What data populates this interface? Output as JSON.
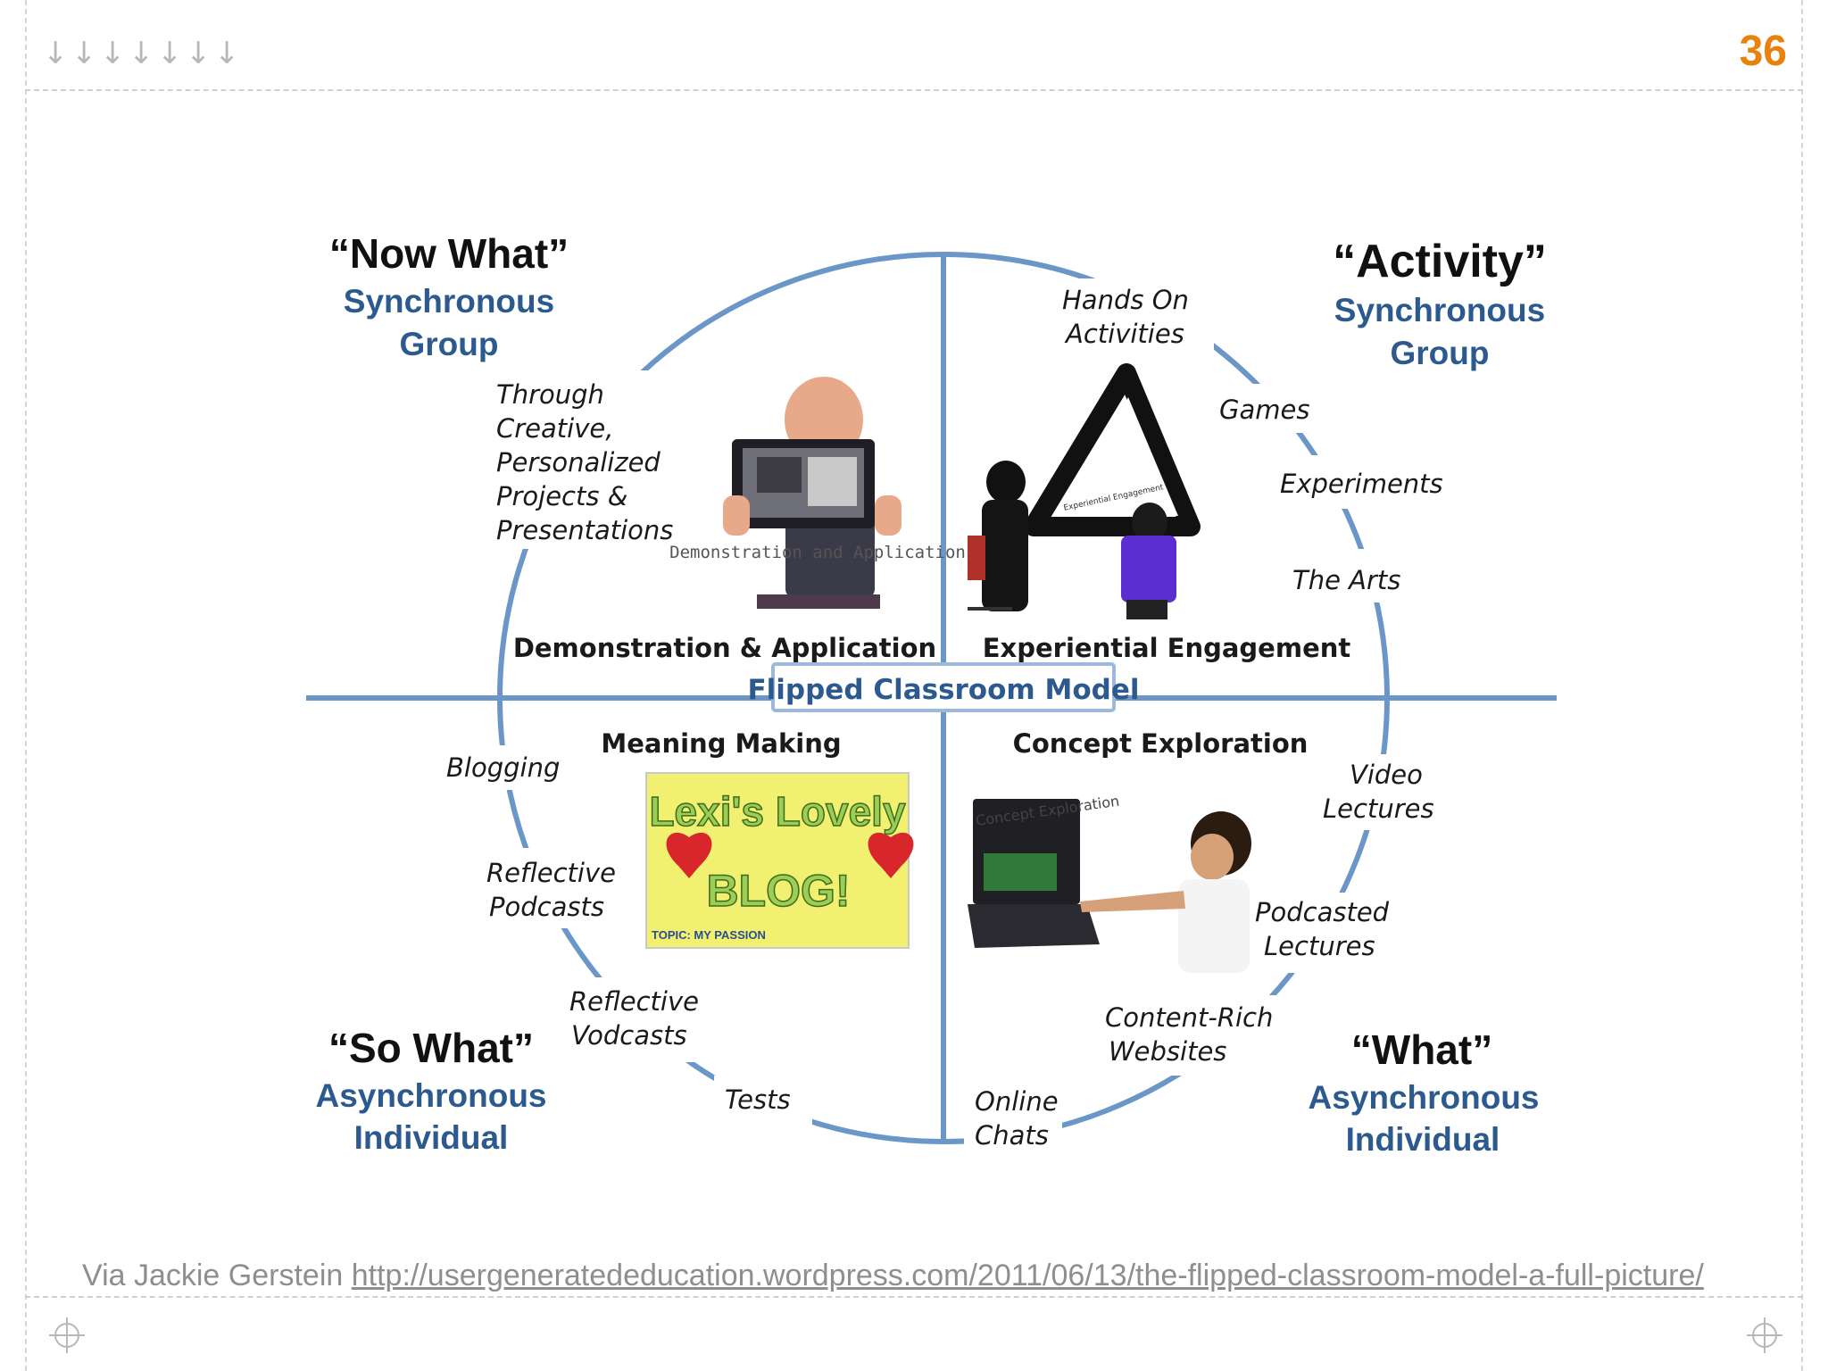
{
  "page_number": "36",
  "nav": {
    "arrow_glyph": "↓",
    "arrow_count": 7
  },
  "diagram": {
    "center_label": "Flipped Classroom Model",
    "quadrants": {
      "top_left": {
        "heading": "“Now What”",
        "sub1": "Synchronous",
        "sub2": "Group",
        "section": "Demonstration & Application",
        "photo_caption": "Demonstration and Application",
        "notes": [
          "Through",
          "Creative,",
          "Personalized",
          "Projects &",
          "Presentations"
        ]
      },
      "top_right": {
        "heading": "“Activity”",
        "sub1": "Synchronous",
        "sub2": "Group",
        "section": "Experiential Engagement",
        "items": [
          "Hands On",
          "Activities",
          "Games",
          "Experiments",
          "The Arts"
        ],
        "photo_caption": "Experiential Engagement"
      },
      "bottom_left": {
        "heading": "“So What”",
        "sub1": "Asynchronous",
        "sub2": "Individual",
        "section": "Meaning Making",
        "items": [
          "Blogging",
          "Reflective",
          "Podcasts",
          "Reflective",
          "Vodcasts",
          "Tests"
        ],
        "blog_title": "Lexi's Lovely",
        "blog_word": "BLOG!",
        "blog_footer": "TOPIC: MY PASSION"
      },
      "bottom_right": {
        "heading": "“What”",
        "sub1": "Asynchronous",
        "sub2": "Individual",
        "section": "Concept Exploration",
        "items": [
          "Video",
          "Lectures",
          "Podcasted",
          "Lectures",
          "Content-Rich",
          "Websites",
          "Online",
          "Chats"
        ],
        "photo_caption": "Concept Exploration"
      }
    }
  },
  "colors": {
    "accent_orange": "#e8820c",
    "diagram_blue": "#2c5a8f",
    "line_blue": "#6b96c8"
  },
  "credit": {
    "prefix": "Via Jackie Gerstein",
    "url": "http://usergeneratededucation.wordpress.com/2011/06/13/the-flipped-classroom-model-a-full-picture/"
  }
}
